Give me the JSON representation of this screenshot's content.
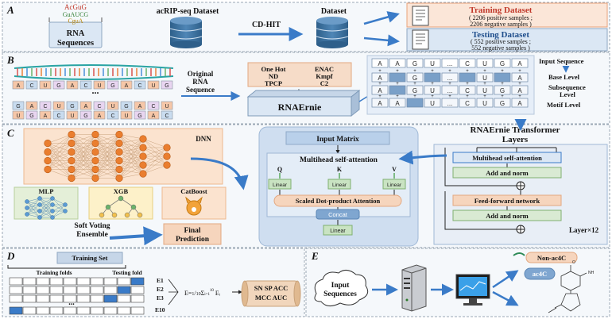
{
  "panels": {
    "a": "A",
    "b": "B",
    "c": "C",
    "d": "D",
    "e": "E"
  },
  "a": {
    "logo_lines": [
      "AcGuG",
      "GuAUCG",
      "CguA"
    ],
    "rna_sequences_label": "RNA\nSequences",
    "dataset_label": "acRIP-seq Dataset",
    "cdhit_label": "CD-HIT",
    "dataset2_label": "Dataset",
    "training_title": "Training Dataset",
    "training_sub": "( 2206 positive samples ;\n2206 negative samples )",
    "testing_title": "Testing Dataset",
    "testing_sub": "( 552 positive samples ;\n552 negative samples )"
  },
  "b": {
    "original_label": "Original\nRNA\nSequence",
    "dots": "...",
    "features": [
      "One Hot",
      "ENAC",
      "ND",
      "Kmpf",
      "TPCP",
      "C2"
    ],
    "plus": "+",
    "rnaernie": "RNAErnie",
    "seq_row1": [
      "A",
      "A",
      "G",
      "U",
      "...",
      "C",
      "U",
      "G",
      "A"
    ],
    "seq_row2": [
      "A",
      "",
      "G",
      "",
      "...",
      "",
      "U",
      "",
      "A"
    ],
    "seq_row3": [
      "A",
      "",
      "G",
      "U",
      "...",
      "C",
      "U",
      "G",
      "A"
    ],
    "seq_row4": [
      "A",
      "A",
      "",
      "U",
      "...",
      "C",
      "U",
      "G",
      "A"
    ],
    "levels": [
      "Input Sequence",
      "Base Level",
      "Subsequence\nLevel",
      "Motif  Level"
    ]
  },
  "c": {
    "dnn": "DNN",
    "models": [
      "MLP",
      "XGB",
      "CatBoost"
    ],
    "soft_voting": "Soft Voting\nEnsemble",
    "final_prediction": "Final\nPrediction",
    "input_matrix": "Input Matrix",
    "mha": "Multihead self-attention",
    "qkv": [
      "Q",
      "K",
      "V"
    ],
    "linear": "Linear",
    "sdpa": "Scaled Dot-product Attention",
    "concat": "Concat",
    "transformer_title": "RNAErnie Transformer\nLayers",
    "mha2": "Multihead self-attention",
    "add_norm": "Add and norm",
    "ffn": "Feed-forward network",
    "layer_count": "Layer×12"
  },
  "d": {
    "training_set": "Training Set",
    "training_folds": "Training folds",
    "testing_fold": "Testing fold",
    "folds": [
      "E1",
      "E2",
      "E3",
      "E10"
    ],
    "dots": "...",
    "formula": "E = 1/10 Σ Eᵢ  (i = 1..10)",
    "metrics": [
      "SN  SP  ACC",
      "MCC  AUC"
    ]
  },
  "e": {
    "input_sequences": "Input\nSequences",
    "non_ac4c": "Non-ac4C",
    "ac4c": "ac4C"
  },
  "colors": {
    "panel_bg": "#f3f6f9",
    "tan": "#f5d6bf",
    "blue_light": "#dbe7f4",
    "green_box": "#d9ead3",
    "arrow_blue": "#3a7bc8",
    "node_orange": "#ea7e2f"
  }
}
